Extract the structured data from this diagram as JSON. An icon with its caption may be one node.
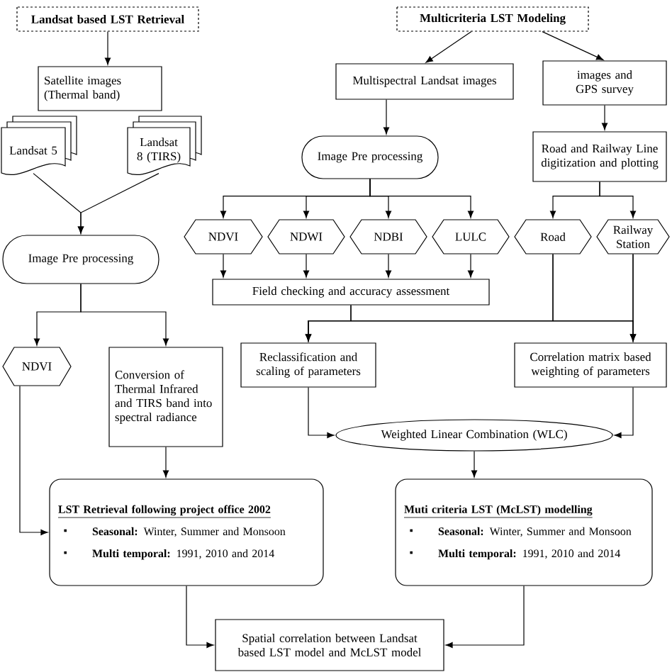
{
  "diagram": {
    "nodes": [
      {
        "text": [
          "Landsat based LST Retrieval"
        ]
      },
      {
        "text": [
          "Multicriteria LST Modeling"
        ]
      },
      {
        "text": [
          "Satellite images (Thermal band)"
        ]
      },
      {
        "text": [
          "Landsat 5"
        ]
      },
      {
        "text": [
          "Landsat 8 (TIRS)"
        ]
      },
      {
        "text": [
          "Image Pre processing"
        ]
      },
      {
        "text": [
          "Multispectral Landsat images"
        ]
      },
      {
        "text": [
          "images and GPS survey"
        ]
      },
      {
        "text": [
          "Image Pre processing"
        ]
      },
      {
        "text": [
          "Road and Railway Line digitization and plotting"
        ]
      },
      {
        "text": [
          "NDVI"
        ]
      },
      {
        "text": [
          "NDWI"
        ]
      },
      {
        "text": [
          "NDBI"
        ]
      },
      {
        "text": [
          "LULC"
        ]
      },
      {
        "text": [
          "Road"
        ]
      },
      {
        "text": [
          "Railway Station"
        ]
      },
      {
        "text": [
          "Field checking and accuracy assessment"
        ]
      },
      {
        "text": [
          "NDVI"
        ]
      },
      {
        "text": [
          "Conversion of Thermal Infrared and TIRS band into spectral radiance"
        ]
      },
      {
        "text": [
          "Reclassification and scaling of parameters"
        ]
      },
      {
        "text": [
          "Correlation matrix based weighting of parameters"
        ]
      },
      {
        "text": [
          "Weighted Linear Combination (WLC)"
        ]
      },
      {
        "text": [
          "LST Retrieval following project office 2002",
          "**Seasonal:** Winter, Summer and Monsoon",
          "**Multi temporal:** 1991, 2010 and 2014"
        ]
      },
      {
        "text": [
          "Muti criteria LST  (McLST) modelling",
          "**Seasonal:** Winter, Summer and Monsoon",
          "**Multi temporal:** 1991, 2010 and 2014"
        ]
      },
      {
        "text": [
          "Spatial correlation between Landsat based LST model and McLST model"
        ]
      }
    ],
    "edges": [
      {
        "from": 0,
        "to": 2,
        "arrow": "to"
      },
      {
        "from": 3,
        "to": 5,
        "arrow": "to"
      },
      {
        "from": 4,
        "to": 5,
        "arrow": "to"
      },
      {
        "from": 5,
        "to": 17,
        "arrow": "to"
      },
      {
        "from": 5,
        "to": 18,
        "arrow": "to"
      },
      {
        "from": 17,
        "to": 22,
        "arrow": "to"
      },
      {
        "from": 18,
        "to": 22,
        "arrow": "to"
      },
      {
        "from": 1,
        "to": 6,
        "arrow": "to"
      },
      {
        "from": 1,
        "to": 7,
        "arrow": "to"
      },
      {
        "from": 6,
        "to": 8,
        "arrow": "to"
      },
      {
        "from": 8,
        "to": 10,
        "arrow": "to"
      },
      {
        "from": 8,
        "to": 11,
        "arrow": "to"
      },
      {
        "from": 8,
        "to": 12,
        "arrow": "to"
      },
      {
        "from": 8,
        "to": 13,
        "arrow": "to"
      },
      {
        "from": 7,
        "to": 9,
        "arrow": "to"
      },
      {
        "from": 9,
        "to": 14,
        "arrow": "to"
      },
      {
        "from": 9,
        "to": 15,
        "arrow": "to"
      },
      {
        "from": 10,
        "to": 16,
        "arrow": "to"
      },
      {
        "from": 11,
        "to": 16,
        "arrow": "to"
      },
      {
        "from": 12,
        "to": 16,
        "arrow": "to"
      },
      {
        "from": 13,
        "to": 16,
        "arrow": "to"
      },
      {
        "from": 16,
        "to": 19,
        "arrow": "to"
      },
      {
        "from": 16,
        "to": 20,
        "arrow": "to"
      },
      {
        "from": 14,
        "to": 19,
        "arrow": "to"
      },
      {
        "from": 14,
        "to": 20,
        "arrow": "to"
      },
      {
        "from": 15,
        "to": 19,
        "arrow": "to"
      },
      {
        "from": 15,
        "to": 20,
        "arrow": "to"
      },
      {
        "from": 19,
        "to": 21,
        "arrow": "to"
      },
      {
        "from": 20,
        "to": 21,
        "arrow": "to"
      },
      {
        "from": 21,
        "to": 23,
        "arrow": "to"
      },
      {
        "from": 22,
        "to": 24,
        "arrow": "to"
      },
      {
        "from": 23,
        "to": 24,
        "arrow": "to"
      }
    ]
  }
}
